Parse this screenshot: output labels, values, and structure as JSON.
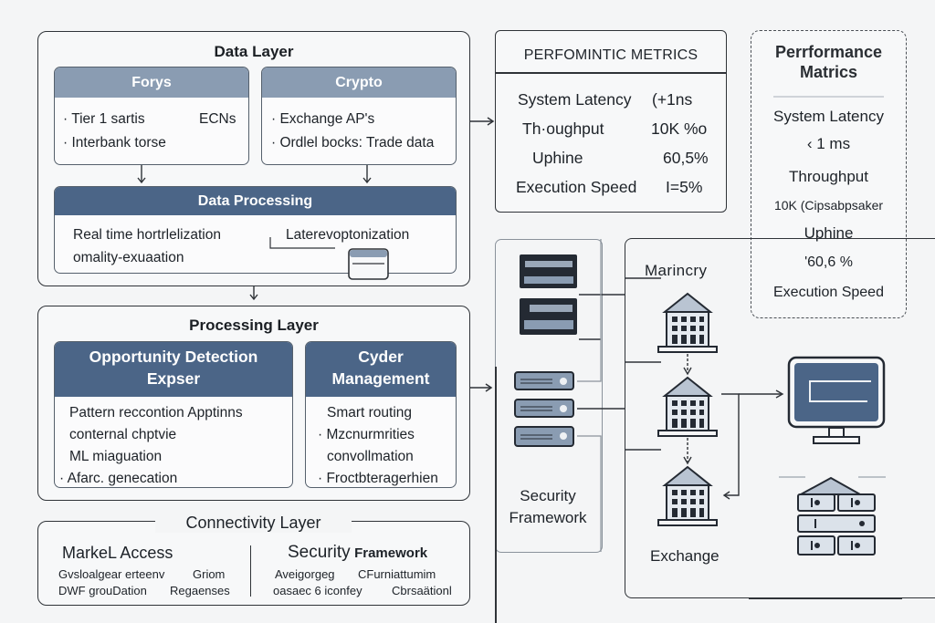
{
  "colors": {
    "header_light": "#8a9cb2",
    "header_dark": "#4b6587",
    "line": "#2f3338",
    "background": "#f4f5f6"
  },
  "data_layer": {
    "title": "Data Layer",
    "forys": {
      "title": "Forys",
      "items": [
        "· Tier 1 sartis",
        "· Interbank torse"
      ],
      "side_label": "ECNs"
    },
    "crypto": {
      "title": "Crypto",
      "items": [
        "· Exchange AP's",
        "· Ordlel bocks: Trade data"
      ]
    },
    "data_processing": {
      "title": "Data Processing",
      "left_lines": [
        "Real time hortrlelization",
        "omality-exuaation"
      ],
      "right_line": "Laterevoptonization"
    }
  },
  "processing_layer": {
    "title": "Processing Layer",
    "opportunity": {
      "title_lines": [
        "Opportunity Detection",
        "Expser"
      ],
      "items": [
        "Pattern reccontion Apptinns",
        "conternal chptvie",
        "ML miaguation",
        "· Afarc. genecation"
      ]
    },
    "order_mgmt": {
      "title_lines": [
        "Cyder",
        "Management"
      ],
      "items": [
        "Smart routing",
        "· Mzcnurmrities",
        "convollmation",
        "· Froctbteragerhien"
      ]
    }
  },
  "connectivity_layer": {
    "title": "Connectivity Layer",
    "market_access": {
      "title": "MarkeL Access",
      "rows": [
        [
          "Gvsloalgear erteenv",
          "Griom"
        ],
        [
          "DWF grouDation",
          "Regaenses"
        ]
      ]
    },
    "security_framework": {
      "title_big": "Security",
      "title_small": "Framework",
      "rows": [
        [
          "Aveigorgeg",
          "CFurniattumim"
        ],
        [
          "oasaec 6 iconfey",
          "Cbrsaätionl"
        ]
      ]
    }
  },
  "metrics_box": {
    "title": "PERFOMINTIC METRICS",
    "rows": [
      {
        "label": "System Latency",
        "value": "(+1ns"
      },
      {
        "label": "Th·oughput",
        "value": "10K %o"
      },
      {
        "label": "Uphine",
        "value": "60,5%"
      },
      {
        "label": "Execution Speed",
        "value": "I=5%"
      }
    ]
  },
  "performance_panel": {
    "title_lines": [
      "Perrformance",
      "Matrics"
    ],
    "items": [
      "System Latency",
      "‹ 1 ms",
      "Throughput",
      "10K (Cipsabpsaker",
      "Uphine",
      "'60,6 %",
      "Execution Speed"
    ]
  },
  "security_column": {
    "label_lines": [
      "Security",
      "Framework"
    ]
  },
  "exchange_column": {
    "top_label": "Marincry",
    "bottom_label": "Exchange"
  }
}
